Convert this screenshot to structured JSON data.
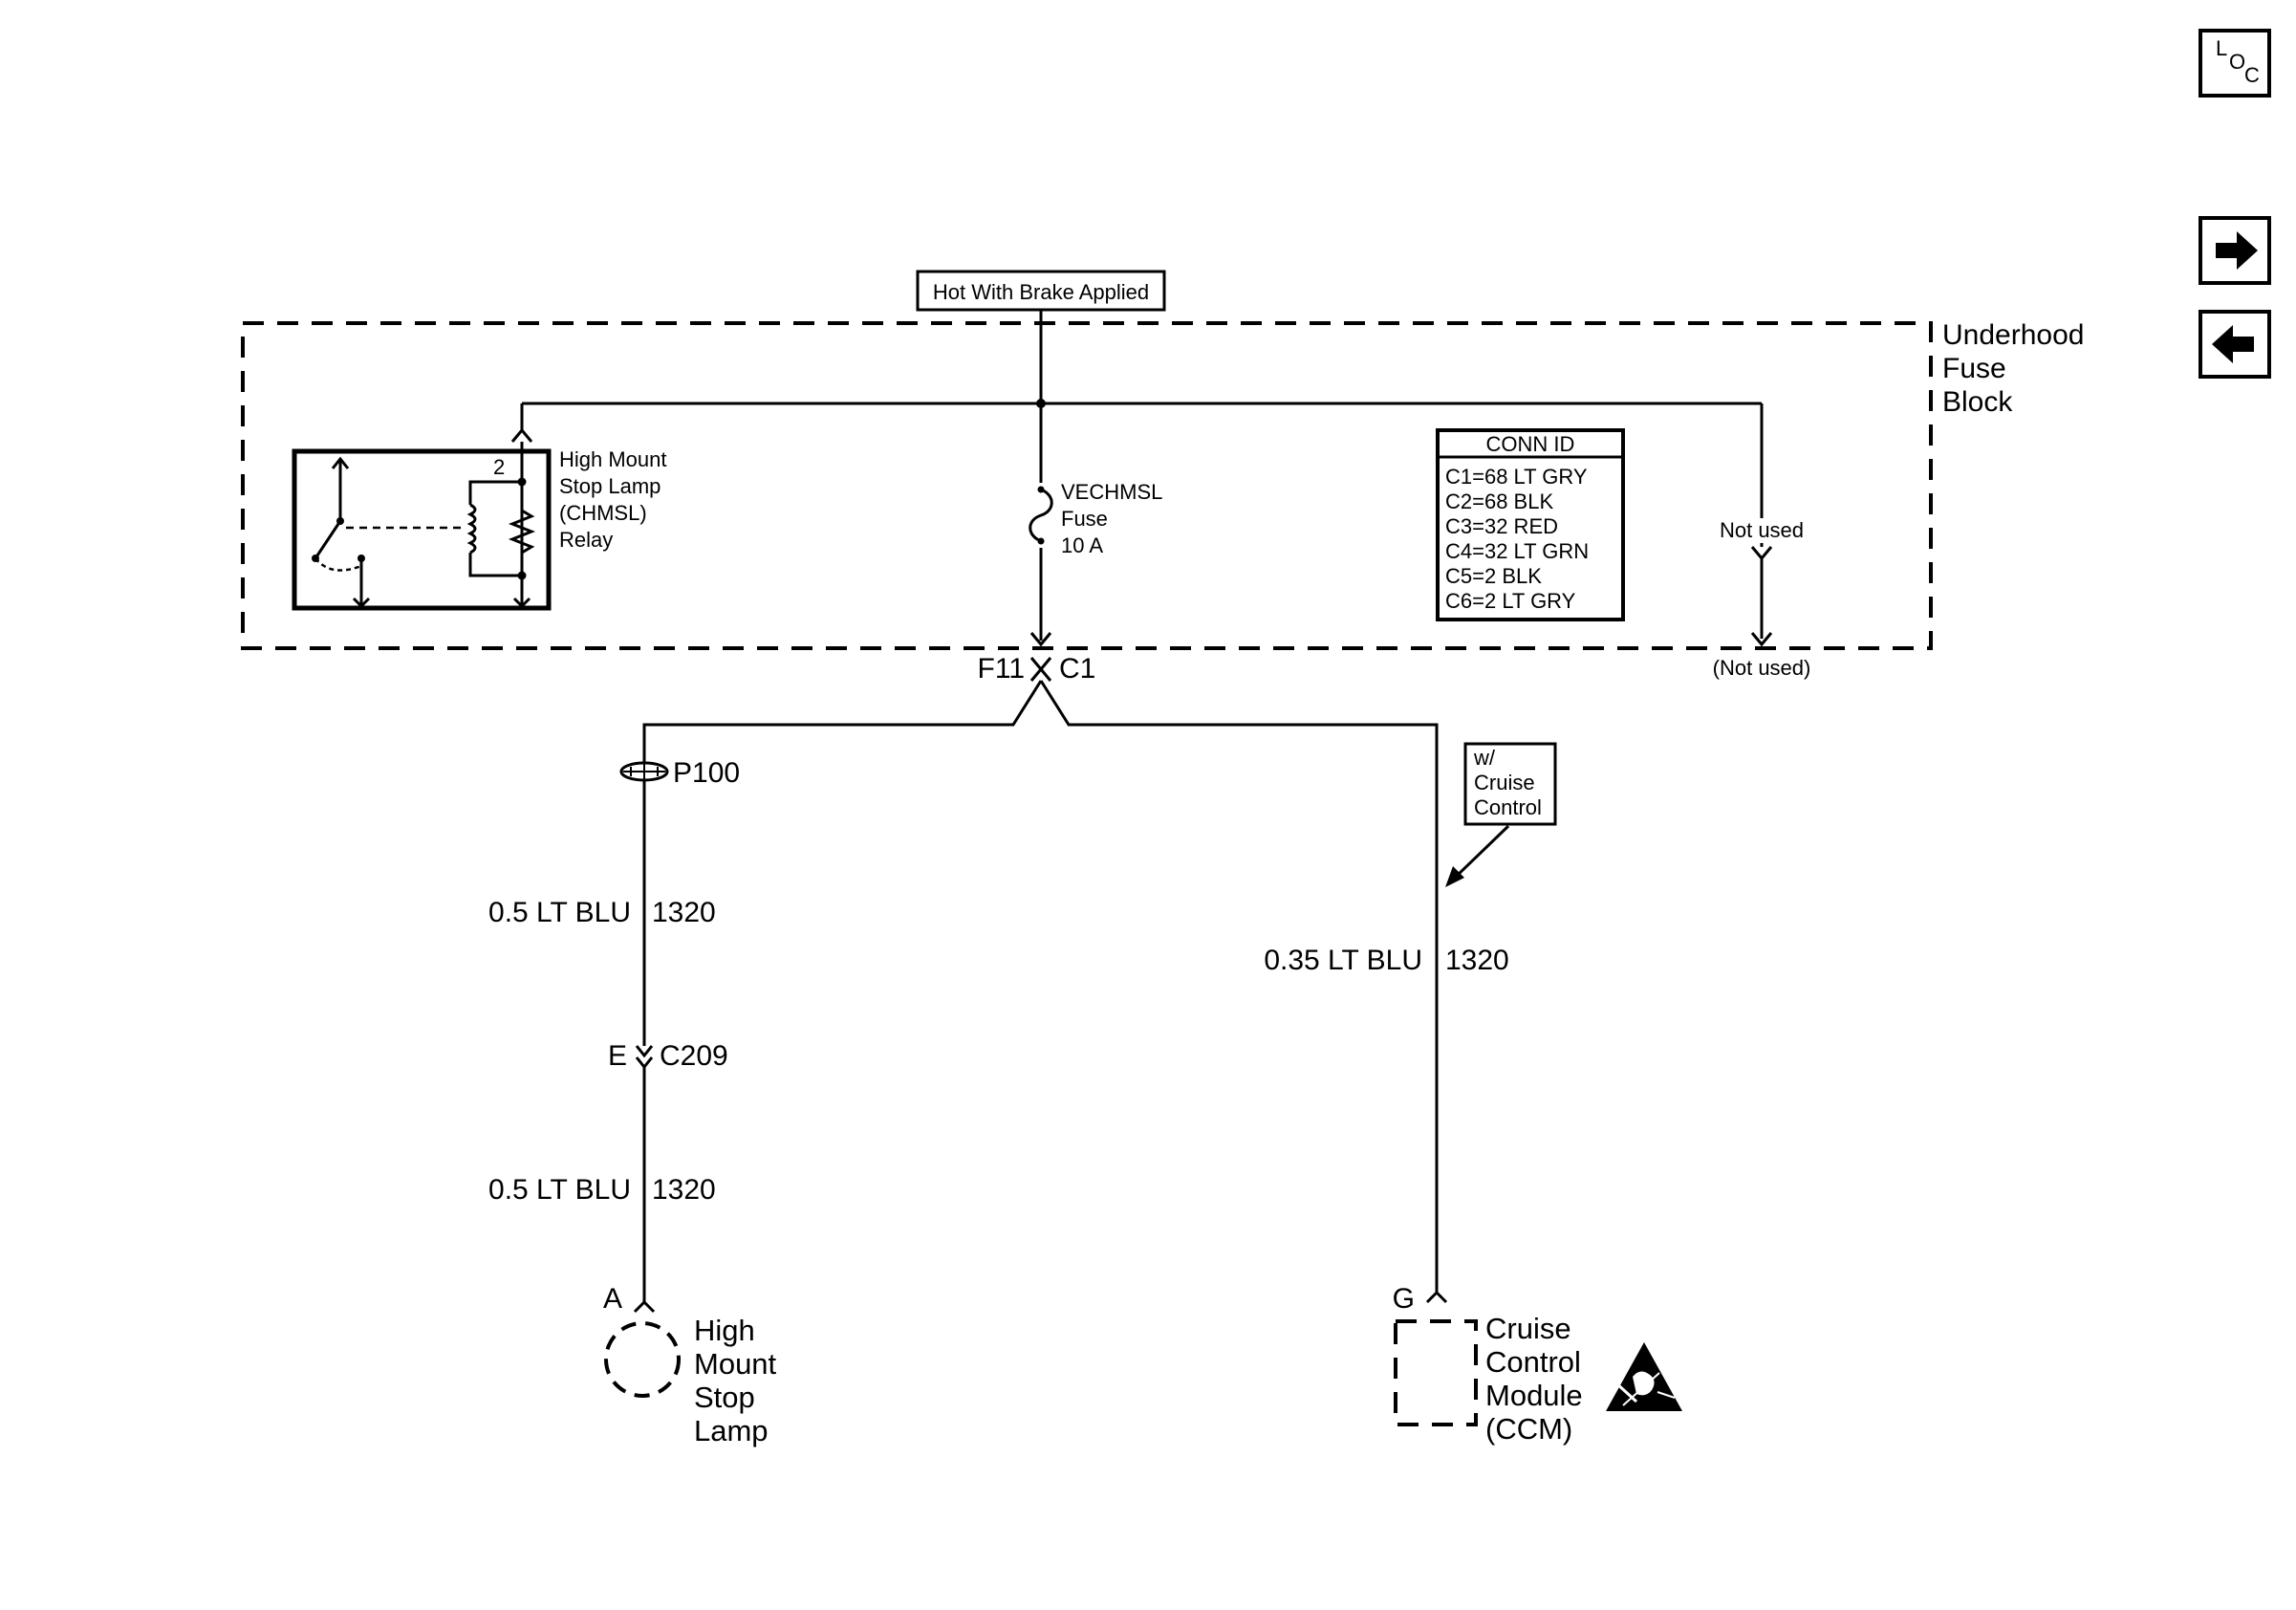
{
  "nav": {
    "loc_letters": [
      "L",
      "O",
      "C"
    ],
    "forward_icon": "arrow-right-icon",
    "back_icon": "arrow-left-icon"
  },
  "power_source": {
    "label": "Hot With Brake Applied"
  },
  "fuse_block": {
    "name_lines": [
      "Underhood",
      "Fuse",
      "Block"
    ]
  },
  "relay": {
    "name_lines": [
      "High Mount",
      "Stop Lamp",
      "(CHMSL)",
      "Relay"
    ],
    "pin_label": "2"
  },
  "fuse": {
    "label_lines": [
      "VECHMSL",
      "Fuse",
      "10 A"
    ]
  },
  "conn_id": {
    "header": "CONN ID",
    "rows": [
      "C1=68 LT GRY",
      "C2=68 BLK",
      "C3=32 RED",
      "C4=32 LT GRN",
      "C5=2 BLK",
      "C6=2 LT GRY"
    ]
  },
  "not_used": {
    "inner_label": "Not used",
    "outer_label": "(Not used)"
  },
  "fuse_terminal": {
    "left_label": "F11",
    "right_label": "C1"
  },
  "splice": {
    "label": "P100"
  },
  "left_branch": {
    "wire1_label": "0.5 LT BLU",
    "wire1_circuit": "1320",
    "connector_pin": "E",
    "connector_name": "C209",
    "wire2_label": "0.5 LT BLU",
    "wire2_circuit": "1320",
    "terminal_pin": "A",
    "component_lines": [
      "High",
      "Mount",
      "Stop",
      "Lamp"
    ]
  },
  "right_branch": {
    "option_lines": [
      "w/",
      "Cruise",
      "Control"
    ],
    "wire_label": "0.35 LT BLU",
    "wire_circuit": "1320",
    "terminal_pin": "G",
    "component_lines": [
      "Cruise",
      "Control",
      "Module",
      "(CCM)"
    ],
    "esd_icon": "esd-warning-icon"
  }
}
